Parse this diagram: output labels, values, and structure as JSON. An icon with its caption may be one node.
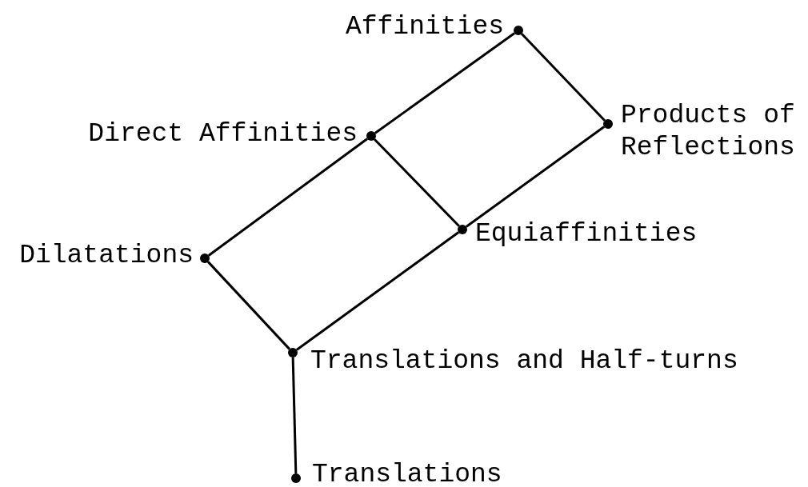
{
  "diagram": {
    "nodes": [
      {
        "text": [
          "Affinities"
        ]
      },
      {
        "text": [
          "Direct Affinities"
        ]
      },
      {
        "text": [
          "Products of Reflections"
        ]
      },
      {
        "text": [
          "Dilatations"
        ]
      },
      {
        "text": [
          "Equiaffinities"
        ]
      },
      {
        "text": [
          "Translations and Half-turns"
        ]
      },
      {
        "text": [
          "Translations"
        ]
      }
    ],
    "edges": [
      {
        "from": 0,
        "to": 1,
        "arrow": "none"
      },
      {
        "from": 0,
        "to": 2,
        "arrow": "none"
      },
      {
        "from": 1,
        "to": 3,
        "arrow": "none"
      },
      {
        "from": 1,
        "to": 4,
        "arrow": "none"
      },
      {
        "from": 2,
        "to": 4,
        "arrow": "none"
      },
      {
        "from": 3,
        "to": 5,
        "arrow": "none"
      },
      {
        "from": 4,
        "to": 5,
        "arrow": "none"
      },
      {
        "from": 5,
        "to": 6,
        "arrow": "none"
      }
    ]
  }
}
